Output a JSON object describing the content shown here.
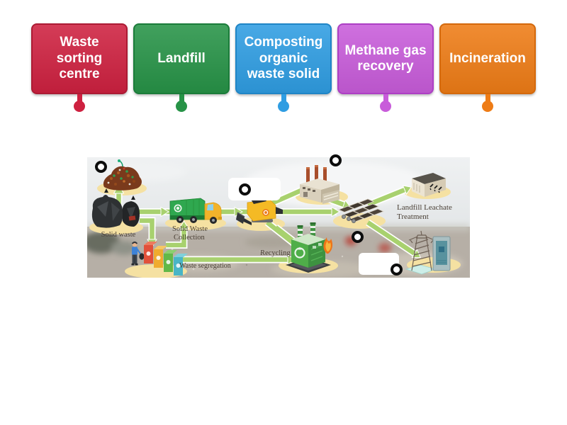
{
  "activity": {
    "cards": [
      {
        "label": "Waste sorting centre",
        "color": "#ce2140",
        "border": "#ac1b34"
      },
      {
        "label": "Landfill",
        "color": "#279347",
        "border": "#1b7c3a"
      },
      {
        "label": "Composting organic waste solid",
        "color": "#2f9de2",
        "border": "#1f85c6"
      },
      {
        "label": "Methane gas recovery",
        "color": "#c85cda",
        "border": "#ad3fc4"
      },
      {
        "label": "Incineration",
        "color": "#ee7c16",
        "border": "#d4690c"
      }
    ]
  },
  "diagram": {
    "captions": {
      "solid_waste": "Solid waste",
      "collection_1": "Solid Waste",
      "collection_2": "Collection",
      "segregation": "Waste segregation",
      "recycling": "Recycling",
      "leachate_1": "Landfill Leachate",
      "leachate_2": "Treatment"
    },
    "marker_count": 5,
    "colors": {
      "arrow": "#a8d16e",
      "spotlight": "#f5e1a2",
      "marker_ring": "#0d0d0d"
    }
  }
}
